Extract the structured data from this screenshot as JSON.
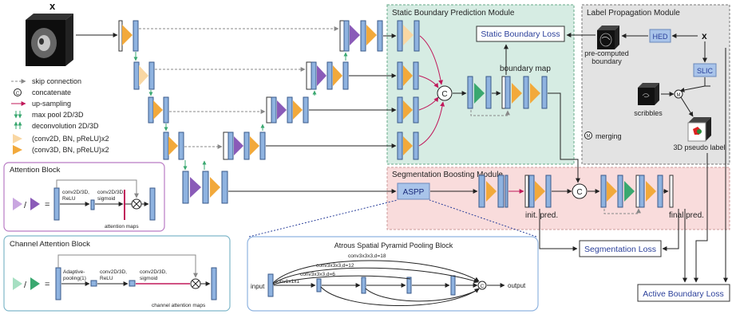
{
  "input": {
    "label": "x"
  },
  "modules": {
    "static_boundary": "Static Boundary Prediction Module",
    "label_propagation": "Label Propagation Module",
    "segmentation_boosting": "Segmentation Boosting Module"
  },
  "losses": {
    "static_boundary": "Static Boundary Loss",
    "segmentation": "Segmentation Loss",
    "active_boundary": "Active Boundary Loss"
  },
  "labels": {
    "boundary_map": "boundary map",
    "precomputed_line1": "pre-computed",
    "precomputed_line2": "boundary",
    "hed": "HED",
    "slic": "SLIC",
    "scribbles": "scribbles",
    "merging": "merging",
    "merge_symbol": "M",
    "pseudo_label": "3D pseudo label",
    "aspp": "ASPP",
    "init_pred": "init. pred.",
    "final_pred": "final pred.",
    "concat_symbol": "C"
  },
  "legend": [
    {
      "text": "skip connection"
    },
    {
      "text": "concatenate"
    },
    {
      "text": "up-sampling"
    },
    {
      "text": "max pool 2D/3D"
    },
    {
      "text": "deconvolution 2D/3D"
    },
    {
      "text": "(conv2D, BN, pReLU)x2"
    },
    {
      "text": "(conv3D, BN, pReLU)x2"
    }
  ],
  "attention_block": {
    "title": "Attention Block",
    "conv1": [
      "conv2D/3D,",
      "ReLU"
    ],
    "conv2": [
      "conv2D/3D,",
      "sigmoid"
    ],
    "maps": "attention maps"
  },
  "channel_attention_block": {
    "title": "Channel Attention Block",
    "pool": [
      "Adaptive-",
      "pooling(1)"
    ],
    "conv1": [
      "conv2D/3D,",
      "ReLU"
    ],
    "conv2": [
      "conv2D/3D,",
      "sigmoid"
    ],
    "maps": "channel attention maps"
  },
  "aspp_block": {
    "title": "Atrous Spatial Pyramid Pooling Block",
    "input": "input",
    "output": "output",
    "branches": [
      "conv3x3x3,d=18",
      "conv3x3x3,d=12",
      "conv3x3x3,d=6",
      "conv1x1x1"
    ]
  },
  "colors": {
    "static_module_fill": "#d6ece3",
    "label_module_fill": "#e3e3e3",
    "seg_module_fill": "#f9dcdc",
    "block_fill": "#8fb3e0",
    "block_stroke": "#3a5a8a",
    "orange": "#f2a93b",
    "purple": "#8a5bb8",
    "green": "#3aa870",
    "upsample": "#c0185a",
    "attention_border": "#b97bc4",
    "channel_border": "#7fb7c9",
    "aspp_fill": "#a9c4ea",
    "loss_text": "#2a3f9a"
  }
}
